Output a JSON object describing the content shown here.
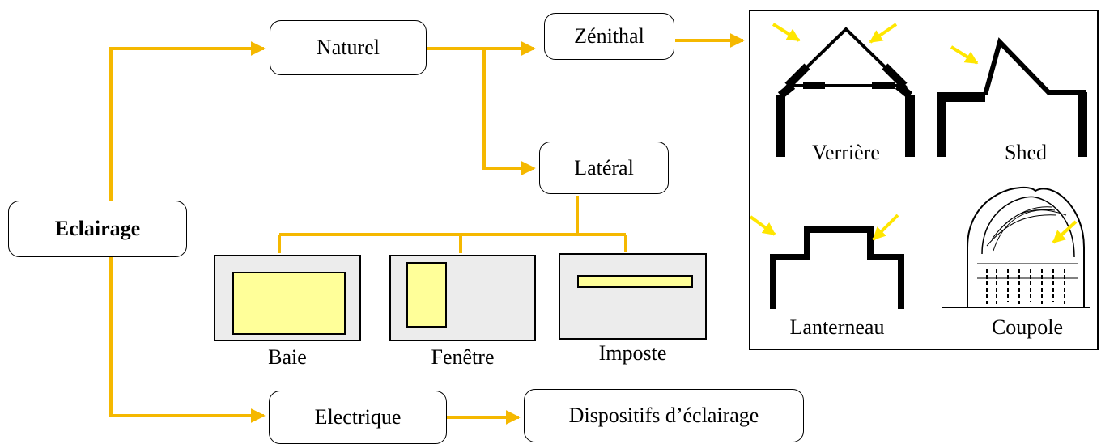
{
  "colors": {
    "wire": "#f5b800",
    "arrow_yellow": "#ffe600",
    "glass": "#ffff99",
    "panel": "#ececec"
  },
  "nodes": {
    "eclairage": "Eclairage",
    "naturel": "Naturel",
    "zenithal": "Zénithal",
    "lateral": "Latéral",
    "electrique": "Electrique",
    "dispositifs": "Dispositifs d’éclairage"
  },
  "lateral_types": [
    {
      "label": "Baie",
      "icon": "wide-window-icon"
    },
    {
      "label": "Fenêtre",
      "icon": "tall-window-icon"
    },
    {
      "label": "Imposte",
      "icon": "transom-window-icon"
    }
  ],
  "zenithal_types": [
    {
      "label": "Verrière",
      "icon": "glass-roof-icon"
    },
    {
      "label": "Shed",
      "icon": "sawtooth-roof-icon"
    },
    {
      "label": "Lanterneau",
      "icon": "roof-lantern-icon"
    },
    {
      "label": "Coupole",
      "icon": "dome-icon"
    }
  ]
}
